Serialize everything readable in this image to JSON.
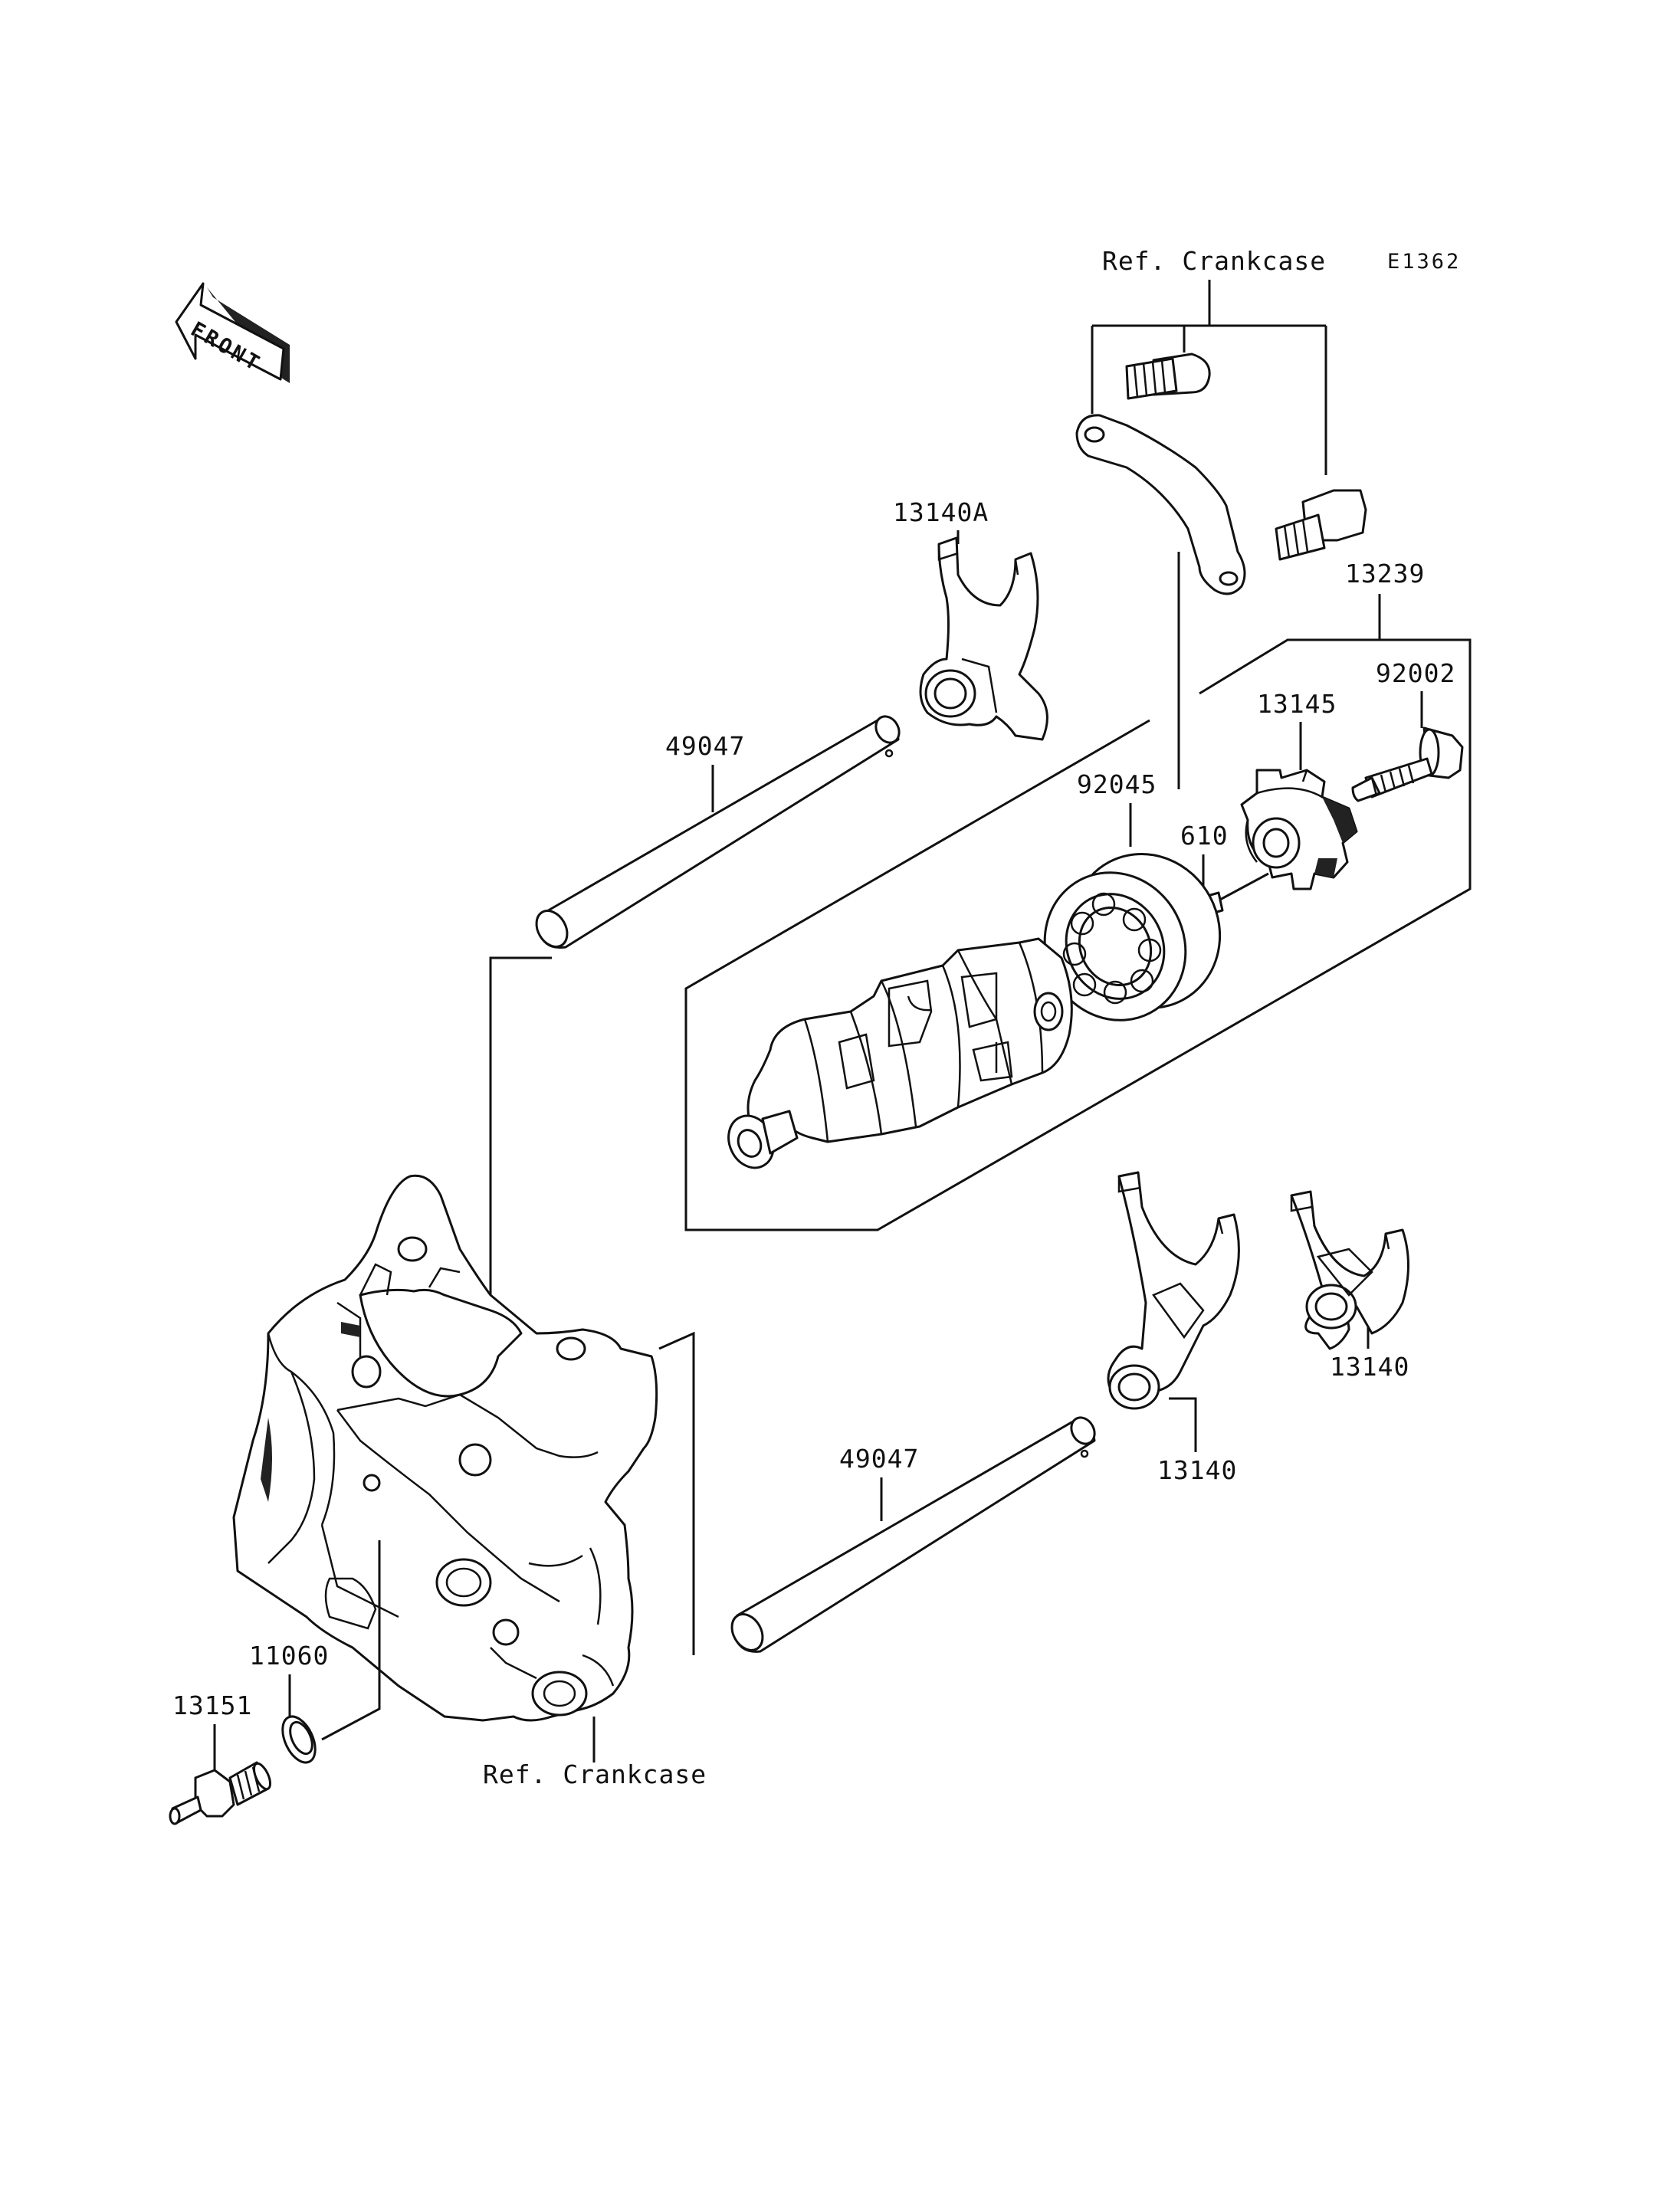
{
  "diagram_code": "E1362",
  "front_arrow_label": "FRONT",
  "callouts": {
    "ref_crankcase_top": "Ref. Crankcase",
    "ref_crankcase_bottom": "Ref. Crankcase",
    "part_13140A": "13140A",
    "part_13239": "13239",
    "part_92002": "92002",
    "part_13145": "13145",
    "part_92045": "92045",
    "part_610": "610",
    "part_49047_upper": "49047",
    "part_49047_lower": "49047",
    "part_13140_right": "13140",
    "part_13140_mid": "13140",
    "part_11060": "11060",
    "part_13151": "13151"
  }
}
